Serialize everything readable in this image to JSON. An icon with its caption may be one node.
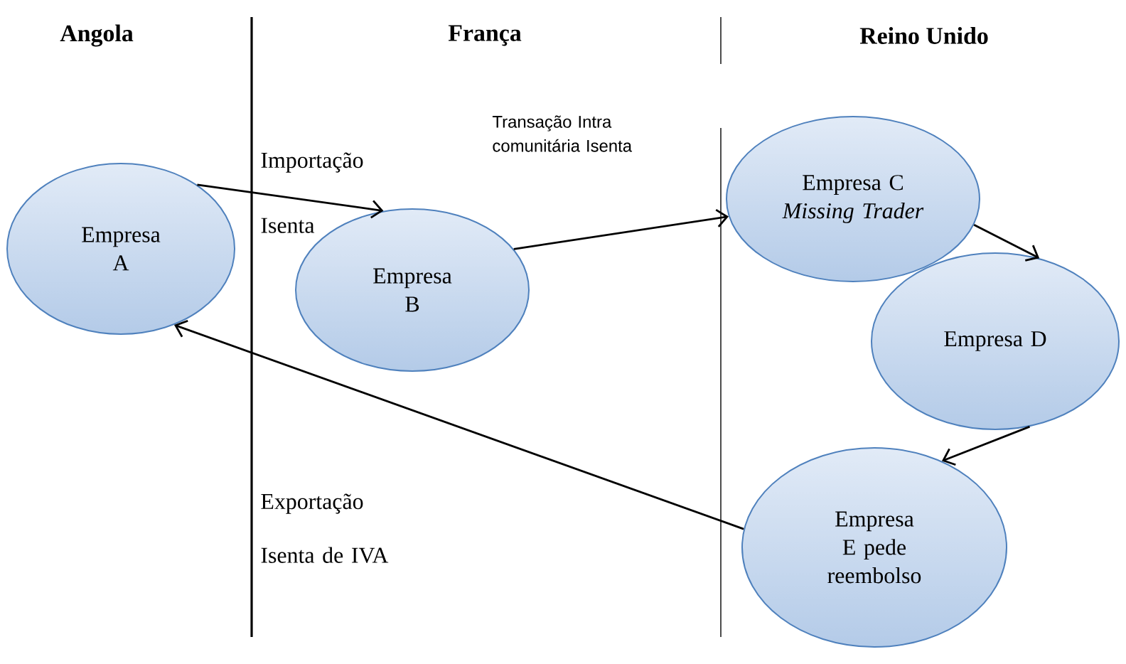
{
  "diagram": {
    "nodes": [
      {
        "text": [
          "Empresa A"
        ]
      },
      {
        "text": [
          "Empresa B"
        ]
      },
      {
        "text": [
          "Empresa C *Missing Trader*"
        ]
      },
      {
        "text": [
          "Empresa D"
        ]
      },
      {
        "text": [
          "Empresa E pede reembolso"
        ]
      }
    ],
    "edges": [
      {
        "from": 0,
        "to": 1,
        "arrow": "to",
        "label": "Importação Isenta"
      },
      {
        "from": 1,
        "to": 2,
        "arrow": "to",
        "label": "Transação Intra comunitária Isenta"
      },
      {
        "from": 2,
        "to": 3,
        "arrow": "to"
      },
      {
        "from": 3,
        "to": 4,
        "arrow": "to"
      },
      {
        "from": 4,
        "to": 0,
        "arrow": "to",
        "label": "Exportação Isenta de IVA"
      }
    ],
    "labels": [
      "Angola",
      "França",
      "Reino Unido"
    ]
  }
}
